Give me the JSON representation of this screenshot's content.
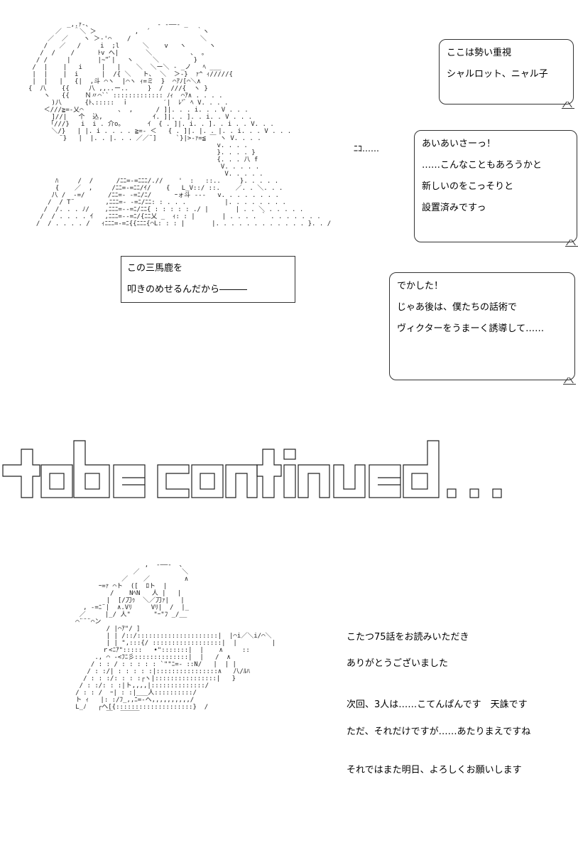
{
  "bubbles": {
    "b1": {
      "lines": [
        "ここは勢い重視",
        "シャルロット、ニャル子"
      ]
    },
    "b2": {
      "lines": [
        "あいあいさーっ！",
        "……こんなこともあろうかと",
        "新しいのをこっそりと",
        "設置済みですっ"
      ]
    },
    "b3": {
      "lines": [
        "でかした！",
        "じゃあ後は、僕たちの話術で",
        "ヴィクターをうまーく誘導して……"
      ]
    }
  },
  "caption": {
    "lines": [
      "この三馬鹿を",
      "叩きのめせるんだから―――"
    ]
  },
  "side_sfx": "ﾆｺ……",
  "tbc_text": "to be continued...",
  "narration": {
    "line1": "こたつ75話をお読みいただき",
    "line2": "ありがとうございました",
    "line3": "次回、3人は……こてんぱんです　天誅です",
    "line4": "ただ、それだけですが……あたりまえですね",
    "line5": "それではまた明日、よろしくお願いします"
  },
  "icons": {
    "art_top": "ascii-art-figures",
    "art_bottom": "ascii-art-character"
  }
}
